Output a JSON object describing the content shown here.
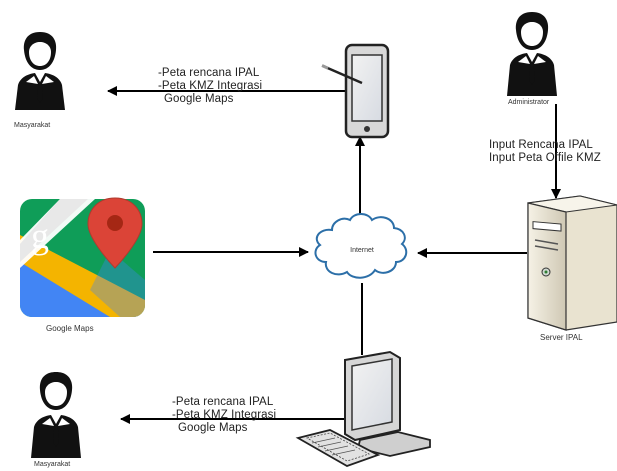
{
  "nodes": {
    "masyarakat_top": {
      "label": "Masyarakat"
    },
    "masyarakat_bottom": {
      "label": "Masyarakat"
    },
    "administrator": {
      "label": "Administrator"
    },
    "google_maps": {
      "label": "Google Maps"
    },
    "internet": {
      "label": "Internet"
    },
    "server": {
      "label": "Server IPAL"
    }
  },
  "edges": {
    "tablet_to_masyarakat": [
      "-Peta rencana IPAL",
      "-Peta KMZ Integrasi",
      "Google Maps"
    ],
    "desktop_to_masyarakat": [
      "-Peta rencana IPAL",
      "-Peta KMZ Integrasi",
      "Google Maps"
    ],
    "admin_to_server": [
      "Input Rencana IPAL",
      "Input Peta Offile KMZ"
    ]
  },
  "colors": {
    "line": "#000000",
    "user": "#111111",
    "maps_green": "#0f9d58",
    "maps_blue": "#4285f4",
    "maps_yellow": "#f4b400",
    "maps_red": "#db4437",
    "cloud": "#2c6fa8"
  }
}
